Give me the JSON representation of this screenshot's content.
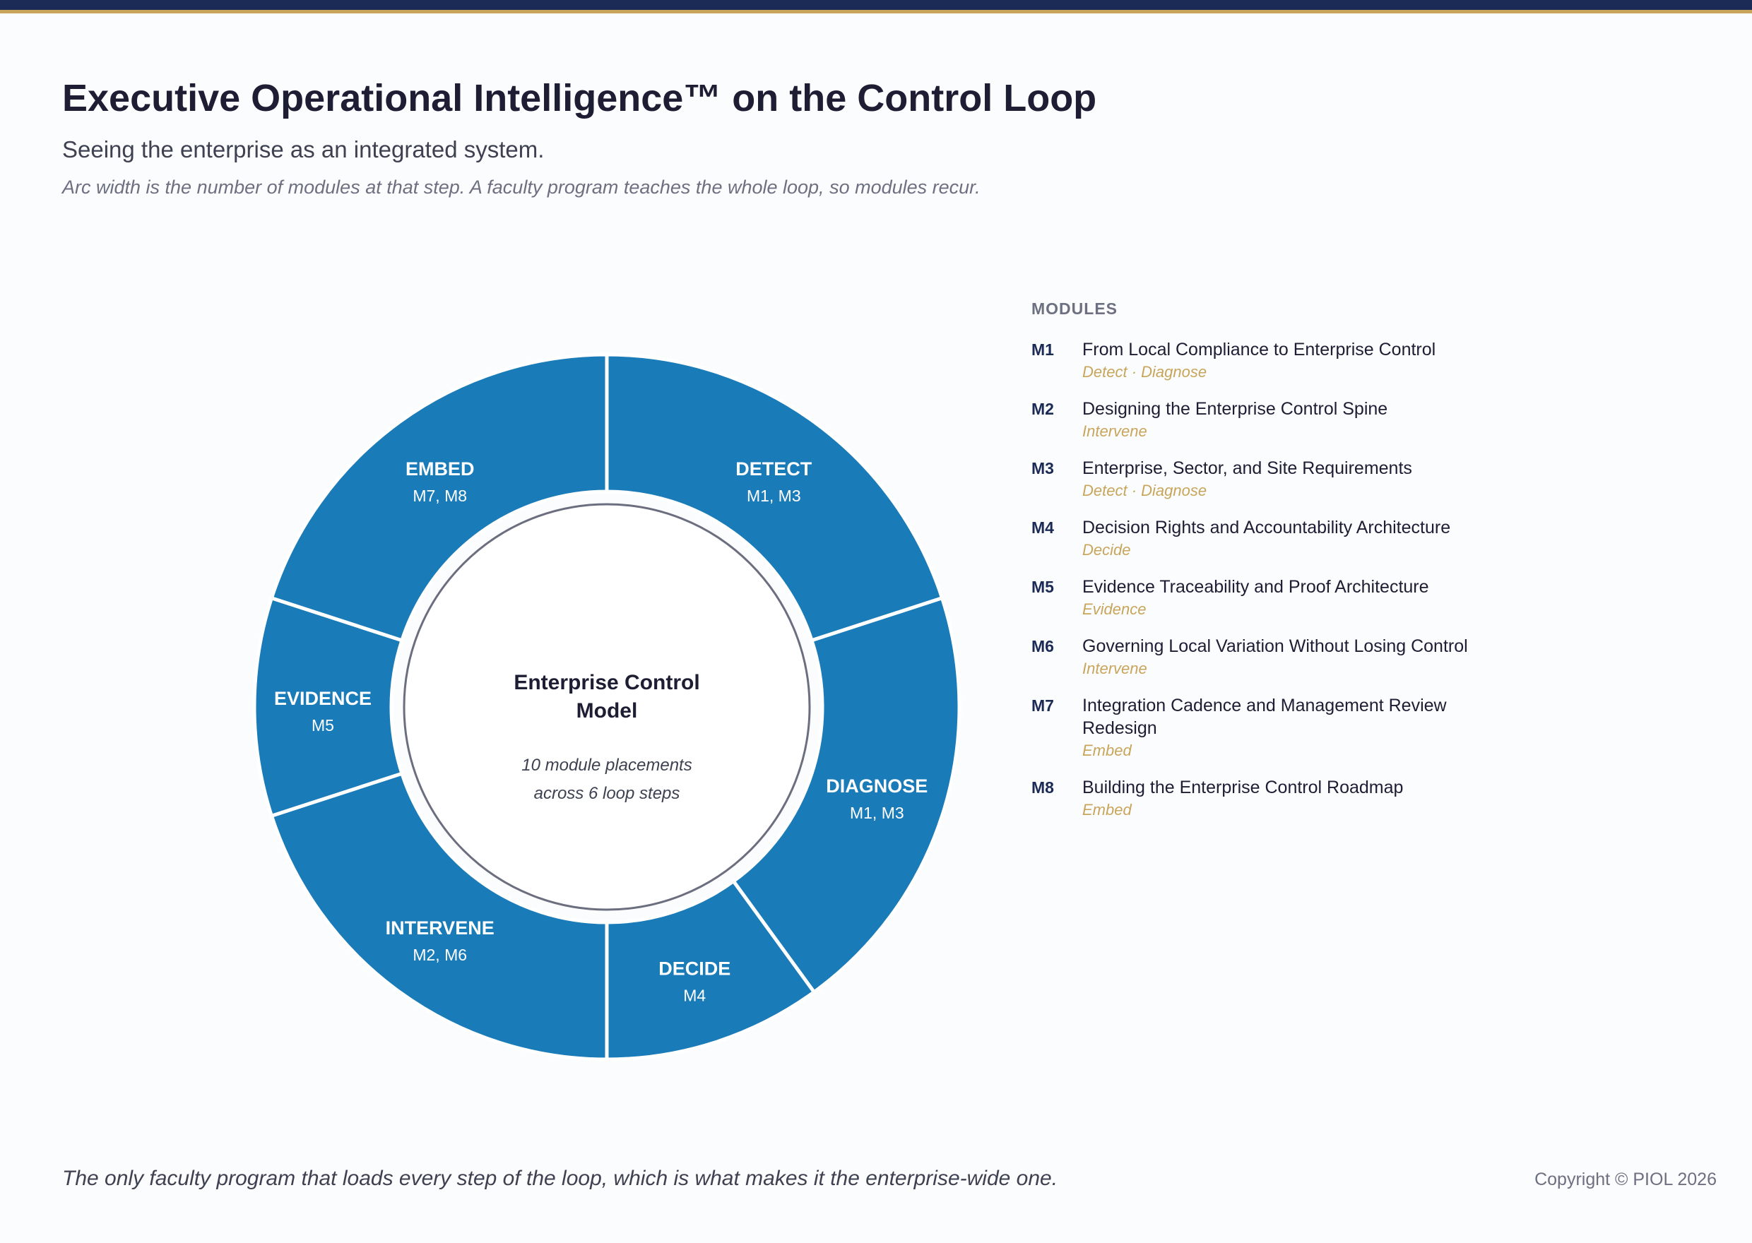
{
  "header": {
    "title": "Executive Operational Intelligence™ on the Control Loop",
    "subtitle": "Seeing the enterprise as an integrated system.",
    "note": "Arc width is the number of modules at that step. A faculty program teaches the whole loop, so modules recur."
  },
  "colors": {
    "segment_fill": "#1a7bb9",
    "navy": "#1c2b55",
    "gold": "#c8a55a",
    "ring_stroke": "#6b6e7e"
  },
  "chart_data": {
    "type": "donut",
    "center": {
      "title_line1": "Enterprise Control",
      "title_line2": "Model",
      "sub_line1": "10 module placements",
      "sub_line2": "across 6 loop steps"
    },
    "segments": [
      {
        "label": "DETECT",
        "modules": "M1, M3",
        "value": 2
      },
      {
        "label": "DIAGNOSE",
        "modules": "M1, M3",
        "value": 2
      },
      {
        "label": "DECIDE",
        "modules": "M4",
        "value": 1
      },
      {
        "label": "INTERVENE",
        "modules": "M2, M6",
        "value": 2
      },
      {
        "label": "EVIDENCE",
        "modules": "M5",
        "value": 1
      },
      {
        "label": "EMBED",
        "modules": "M7, M8",
        "value": 2
      }
    ]
  },
  "legend": {
    "heading": "MODULES",
    "modules": [
      {
        "id": "M1",
        "title": "From Local Compliance to Enterprise Control",
        "steps": "Detect · Diagnose"
      },
      {
        "id": "M2",
        "title": "Designing the Enterprise Control Spine",
        "steps": "Intervene"
      },
      {
        "id": "M3",
        "title": "Enterprise, Sector, and Site Requirements",
        "steps": "Detect · Diagnose"
      },
      {
        "id": "M4",
        "title": "Decision Rights and Accountability Architecture",
        "steps": "Decide"
      },
      {
        "id": "M5",
        "title": "Evidence Traceability and Proof Architecture",
        "steps": "Evidence"
      },
      {
        "id": "M6",
        "title": "Governing Local Variation Without Losing Control",
        "steps": "Intervene"
      },
      {
        "id": "M7",
        "title": "Integration Cadence and Management Review Redesign",
        "steps": "Embed"
      },
      {
        "id": "M8",
        "title": "Building the Enterprise Control Roadmap",
        "steps": "Embed"
      }
    ]
  },
  "footer": {
    "quote": "The only faculty program that loads every step of the loop, which is what makes it the enterprise-wide one.",
    "copyright": "Copyright © PIOL 2026"
  }
}
